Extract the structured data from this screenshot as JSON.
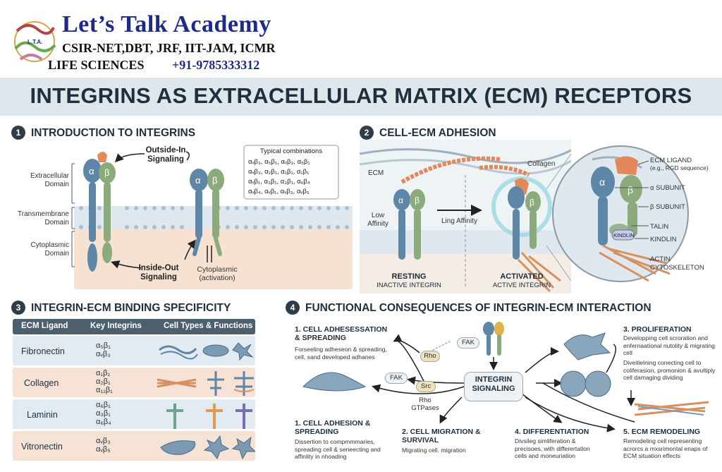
{
  "header": {
    "brand": "Let’s Talk Academy",
    "exams": "CSIR-NET,DBT, JRF, IIT-JAM, ICMR",
    "life_sciences": "LIFE SCIENCES",
    "phone": "+91-9785333312",
    "logo_text": "L.T.A."
  },
  "title": "INTEGRINS AS EXTRACELLULAR MATRIX (ECM) RECEPTORS",
  "section1": {
    "number": "1",
    "heading": "INTRODUCTION TO INTEGRINS",
    "domains": [
      "Extracellular Domain",
      "Transmembrane Domain",
      "Cytoplasmic Domain"
    ],
    "outside_in": "Outside-In Signaling",
    "inside_out": "Inside-Out Signaling",
    "cytoplasmic_activation": "Cytoplasmic (activation)",
    "alpha": "α",
    "beta": "β",
    "combos_title": "Typical combinations",
    "combos": [
      "αᵥβ₃, α₅β₁, αᵥβ₃, α₅β₁",
      "αᵥβ₃, α₂β₁, α₁β₁, α₁β₁",
      "αᵥβ₁, α₃β₁, α₃β₁, α₆β₄",
      "αᵥβ₄, αᵥβ₁, αᵥβ₃, αᵥβ₅"
    ]
  },
  "section2": {
    "number": "2",
    "heading": "CELL-ECM ADHESION",
    "ecm": "ECM",
    "collagen": "Collagen",
    "low_affinity": "Low Affinity",
    "ling_affinity": "Ling Affinity",
    "resting": "RESTING",
    "resting_sub": "INACTIVE INTEGRIN",
    "activated": "ACTIVATED",
    "activated_sub": "ACTIVE INTEGRIN",
    "zoom_labels": {
      "ecm_ligand": "ECM LIGAND",
      "ecm_ligand_sub": "(e.g., RGD sequence)",
      "alpha_subunit": "α SUBUNIT",
      "beta_subunit": "β SUBUNIT",
      "talin": "TALIN",
      "kindlin": "KINDLIN",
      "kindlin_tag": "KINDLIN",
      "actin": "ACTIN CYTOSKELETON"
    }
  },
  "section3": {
    "number": "3",
    "heading": "INTEGRIN-ECM BINDING SPECIFICITY",
    "columns": [
      "ECM Ligand",
      "Key Integrins",
      "Cell Types & Functions"
    ],
    "rows": [
      {
        "ligand": "Fibronectin",
        "integrins": [
          "α₅β₁",
          "αᵥβ₃"
        ],
        "color": "#e2ebf1"
      },
      {
        "ligand": "Collagen",
        "integrins": [
          "α₁β₁",
          "α₂β₁",
          "α₁₁β₁"
        ],
        "color": "#f6e3d6"
      },
      {
        "ligand": "Laminin",
        "integrins": [
          "α₆β₁",
          "α₃β₁",
          "α₆β₄"
        ],
        "color": "#e2ebf1"
      },
      {
        "ligand": "Vitronectin",
        "integrins": [
          "αᵥβ₃",
          "αᵥβ₅"
        ],
        "color": "#f6e3d6"
      }
    ]
  },
  "section4": {
    "number": "4",
    "heading": "FUNCTIONAL CONSEQUENCES OF INTEGRIN-ECM INTERACTION",
    "center": "INTEGRIN SIGNALING",
    "fak": "FAK",
    "rho": "Rho",
    "src": "Src",
    "rho_gtpases": "Rho GTPases",
    "items": [
      {
        "title": "1. CELL ADHESESSATION & SPREADING",
        "text": "Forseeling adheseon & spreading, cell, sand developed adhanes"
      },
      {
        "title": "1. CELL ADHESION & SPREADING",
        "text": "Dissertion to compmmmaries, spreading cell & seneecting and affinlity in nhoading"
      },
      {
        "title": "2. CELL MIGRATION & SURVIVAL",
        "text": "Migrating cell. migration"
      },
      {
        "title": "3. PROLIFERATION",
        "text": "Developping cell scroration and enfernaational nutolity & migrating cell"
      },
      {
        "title": "",
        "text": "Diveitielning conecting cell to coliferasion, promonion & avultiply cell damaging dividing"
      },
      {
        "title": "4. DIFFERENTIATION",
        "text": "Divsileg simliferation & precisoes, with differertation cells and moneuriation"
      },
      {
        "title": "5. ECM REMODELING",
        "text": "Remodeling cell representing acrorcs a mxsrimontal enaps of ECM situation effects"
      }
    ]
  },
  "colors": {
    "alpha": "#5e86a6",
    "beta": "#8bab7c",
    "ligand": "#e2885a",
    "membrane": "#c9d7e0",
    "cytoplasm": "#f7e2d2",
    "dark": "#1e2f3d"
  }
}
